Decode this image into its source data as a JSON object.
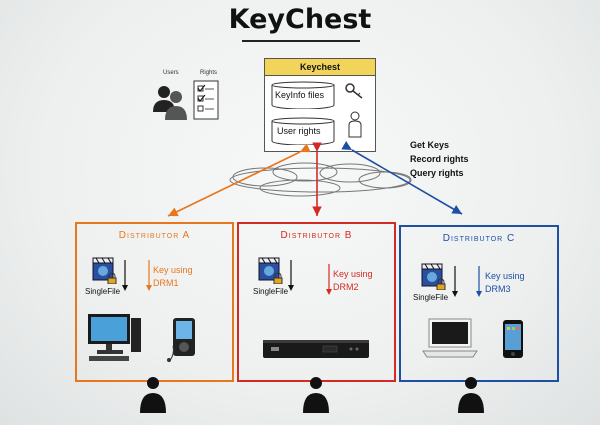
{
  "title": "KeyChest",
  "legend": {
    "users_label": "Users",
    "rights_label": "Rights"
  },
  "keychest": {
    "header": "Keychest",
    "store1": "KeyInfo files",
    "store2": "User rights"
  },
  "side_text": [
    "Get Keys",
    "Record rights",
    "Query rights"
  ],
  "distributors": [
    {
      "title": "Distributor A",
      "file_label": "SingleFile",
      "key_line1": "Key using",
      "key_line2": "DRM1",
      "color": "#e8761c"
    },
    {
      "title": "Distributor B",
      "file_label": "SingleFile",
      "key_line1": "Key using",
      "key_line2": "DRM2",
      "color": "#d42a23"
    },
    {
      "title": "Distributor C",
      "file_label": "SingleFile",
      "key_line1": "Key using",
      "key_line2": "DRM3",
      "color": "#1d4fa3"
    }
  ],
  "icons": {
    "users": "users-icon",
    "rights": "rights-checklist-icon",
    "key": "key-icon",
    "person": "person-icon",
    "cloud": "network-cloud-icon",
    "file": "clapperboard-file-icon",
    "lock": "lock-icon",
    "computer": "desktop-computer-icon",
    "player": "media-player-icon",
    "settop": "set-top-box-icon",
    "laptop": "laptop-icon",
    "phone": "smartphone-icon"
  }
}
